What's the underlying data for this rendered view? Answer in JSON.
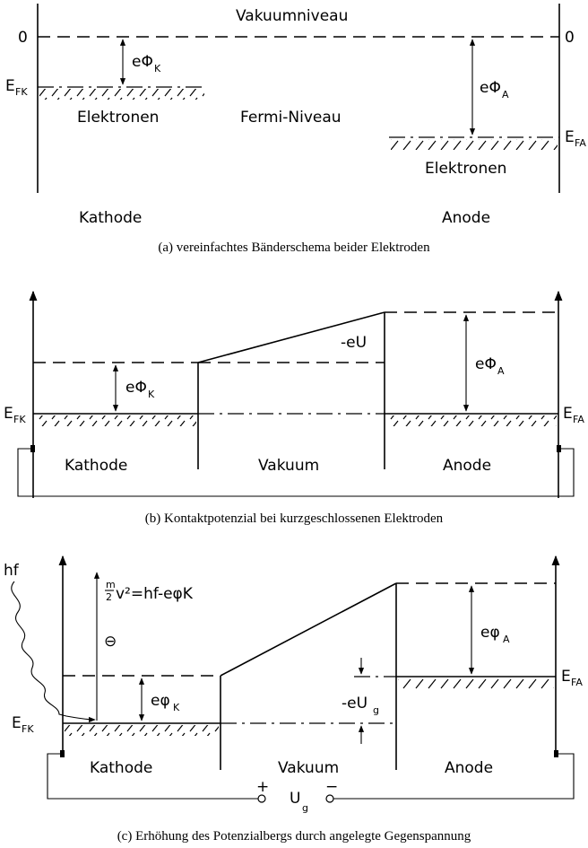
{
  "panel_a": {
    "vacuum_level": "Vakuumniveau",
    "zero_left": "0",
    "zero_right": "0",
    "efk_main": "E",
    "efk_sub": "FK",
    "efa_main": "E",
    "efa_sub": "FA",
    "phi_k_main": "eΦ",
    "phi_k_sub": "K",
    "phi_a_main": "eΦ",
    "phi_a_sub": "A",
    "electrons_left": "Elektronen",
    "electrons_right": "Elektronen",
    "fermi_level": "Fermi-Niveau",
    "cathode": "Kathode",
    "anode": "Anode",
    "caption": "(a) vereinfachtes Bänderschema beider Elektroden"
  },
  "panel_b": {
    "efk_main": "E",
    "efk_sub": "FK",
    "efa_main": "E",
    "efa_sub": "FA",
    "phi_k_main": "eΦ",
    "phi_k_sub": "K",
    "phi_a_main": "eΦ",
    "phi_a_sub": "A",
    "minus_eu": "-eU",
    "cathode": "Kathode",
    "vacuum": "Vakuum",
    "anode": "Anode",
    "caption": "(b) Kontaktpotenzial bei kurzgeschlossenen Elektroden"
  },
  "panel_c": {
    "hf": "hf",
    "kinetic_m": "m",
    "kinetic_2": "2",
    "kinetic_rest": "v²=hf-eφK",
    "electron_symbol": "⊖",
    "efk_main": "E",
    "efk_sub": "FK",
    "efa_main": "E",
    "efa_sub": "FA",
    "phi_k_main": "eφ",
    "phi_k_sub": "K",
    "phi_a_main": "eφ",
    "phi_a_sub": "A",
    "minus_eug_main": "-eU",
    "minus_eug_sub": "g",
    "cathode": "Kathode",
    "vacuum": "Vakuum",
    "anode": "Anode",
    "plus": "+",
    "minus": "−",
    "ug_main": "U",
    "ug_sub": "g",
    "caption": "(c) Erhöhung des Potenzialbergs durch angelegte Gegenspannung"
  }
}
